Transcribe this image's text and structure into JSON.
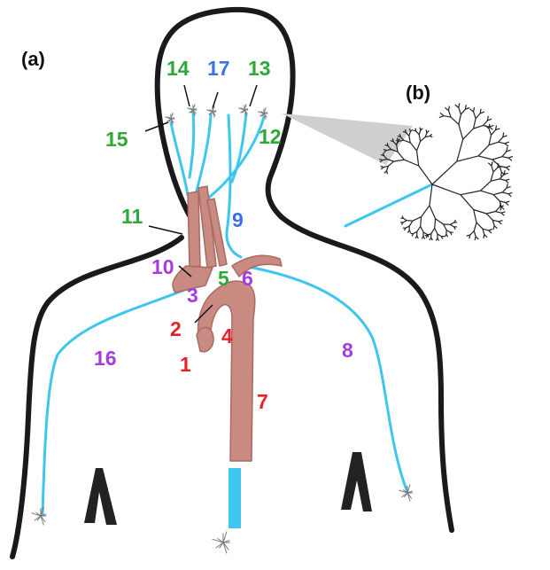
{
  "panels": {
    "a": "(a)",
    "b": "(b)"
  },
  "labels": [
    {
      "id": "1",
      "text": "1",
      "color": "#e8202a"
    },
    {
      "id": "2",
      "text": "2",
      "color": "#e8202a"
    },
    {
      "id": "3",
      "text": "3",
      "color": "#a63ddb"
    },
    {
      "id": "4",
      "text": "4",
      "color": "#e8202a"
    },
    {
      "id": "5",
      "text": "5",
      "color": "#2ea836"
    },
    {
      "id": "6",
      "text": "6",
      "color": "#a63ddb"
    },
    {
      "id": "7",
      "text": "7",
      "color": "#e8202a"
    },
    {
      "id": "8",
      "text": "8",
      "color": "#a63ddb"
    },
    {
      "id": "9",
      "text": "9",
      "color": "#3b72e8"
    },
    {
      "id": "10",
      "text": "10",
      "color": "#a63ddb"
    },
    {
      "id": "11",
      "text": "11",
      "color": "#2ea836"
    },
    {
      "id": "12",
      "text": "12",
      "color": "#2ea836"
    },
    {
      "id": "13",
      "text": "13",
      "color": "#2ea836"
    },
    {
      "id": "14",
      "text": "14",
      "color": "#2ea836"
    },
    {
      "id": "15",
      "text": "15",
      "color": "#2ea836"
    },
    {
      "id": "16",
      "text": "16",
      "color": "#a63ddb"
    },
    {
      "id": "17",
      "text": "17",
      "color": "#3b72e8"
    }
  ],
  "colors": {
    "artery": "#c98a82",
    "artery_edge": "#a86a62",
    "vessel": "#3ec6ee",
    "outline": "#1a1a1a",
    "beam": "#cfcfcf",
    "bed": "#777777"
  },
  "icons": [
    "capillary-bed-icon",
    "vascular-tree-icon"
  ]
}
